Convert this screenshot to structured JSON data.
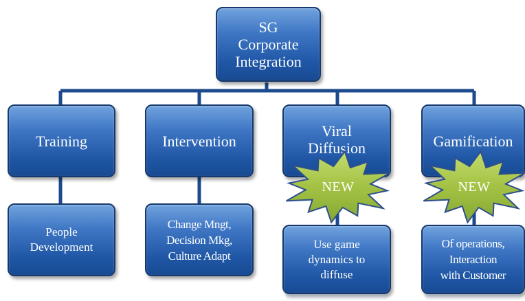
{
  "root": {
    "label": "SG\nCorporate\nIntegration"
  },
  "branches": [
    {
      "label": "Training",
      "child": "People\nDevelopment"
    },
    {
      "label": "Intervention",
      "child": "Change Mngt,\nDecision Mkg,\nCulture Adapt"
    },
    {
      "label": "Viral\nDiffusion",
      "child": "Use game\ndynamics to\ndiffuse"
    },
    {
      "label": "Gamification",
      "child": "Of operations,\nInteraction\nwith Customer"
    }
  ],
  "badges": [
    {
      "label": "NEW"
    },
    {
      "label": "NEW"
    }
  ],
  "colors": {
    "box_fill": "#2a5fae",
    "box_border": "#16386c",
    "connector": "#1c4a8c",
    "badge_fill": "#9bbb3c",
    "badge_border": "#2e4f8c"
  }
}
